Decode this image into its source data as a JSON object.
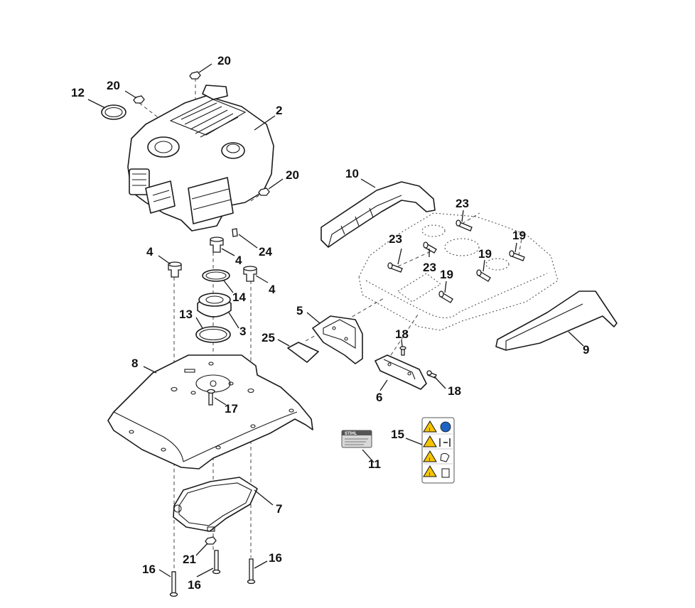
{
  "labels": {
    "l2": "2",
    "l3": "3",
    "l4a": "4",
    "l4b": "4",
    "l4c": "4",
    "l5": "5",
    "l6": "6",
    "l7": "7",
    "l8": "8",
    "l9": "9",
    "l10": "10",
    "l11": "11",
    "l12": "12",
    "l13": "13",
    "l14": "14",
    "l15": "15",
    "l16a": "16",
    "l16b": "16",
    "l16c": "16",
    "l17": "17",
    "l18a": "18",
    "l18b": "18",
    "l19a": "19",
    "l19b": "19",
    "l19c": "19",
    "l20a": "20",
    "l20b": "20",
    "l20c": "20",
    "l21": "21",
    "l23a": "23",
    "l23b": "23",
    "l23c": "23",
    "l24": "24",
    "l25": "25"
  },
  "nameplate": {
    "brand": "STIHL"
  },
  "decal": {
    "colors": {
      "warning": "#f5c400",
      "mandatory": "#1e63c4"
    }
  }
}
